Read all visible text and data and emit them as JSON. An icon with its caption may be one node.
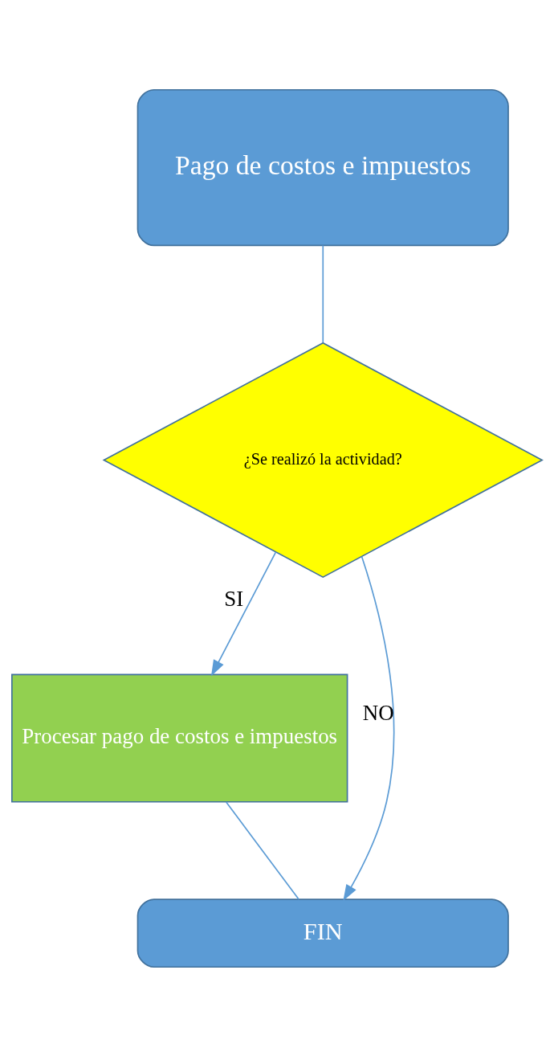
{
  "diagram": {
    "nodes": [
      {
        "text": [
          "Pago de costos e impuestos"
        ]
      },
      {
        "text": [
          "¿Se realizó la actividad?"
        ]
      },
      {
        "text": [
          "Procesar pago de costos e impuestos"
        ]
      },
      {
        "text": [
          "FIN"
        ]
      }
    ],
    "edges": [
      {
        "from": 0,
        "to": 1,
        "arrow": "none"
      },
      {
        "from": 1,
        "to": 2,
        "arrow": "to",
        "label": "SI"
      },
      {
        "from": 1,
        "to": 3,
        "arrow": "to",
        "label": "NO"
      },
      {
        "from": 2,
        "to": 3,
        "arrow": "none"
      }
    ]
  }
}
